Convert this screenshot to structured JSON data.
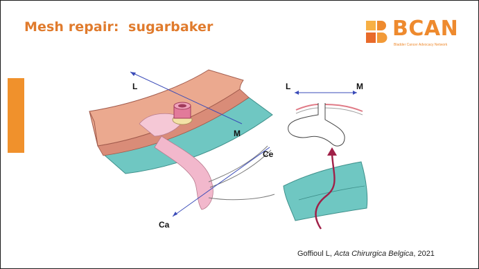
{
  "slide": {
    "title": "Mesh repair:  sugarbaker",
    "accent_color": "#f0912c",
    "title_color": "#e07b2d"
  },
  "logo": {
    "wordmark": "BCAN",
    "tagline": "Bladder Cancer Advocacy Network",
    "color": "#ee8a2e"
  },
  "illustration": {
    "left_figure_labels": {
      "lateral": "L",
      "medial": "M",
      "cephalad": "Ce",
      "caudal": "Ca"
    },
    "right_figure_labels": {
      "lateral": "L",
      "medial": "M"
    },
    "colors": {
      "abdominal_wall": "#eba98f",
      "mesh": "#6fc7c2",
      "bowel": "#f2b8cc",
      "arrow": "#a02048",
      "axis": "#3a4bb8"
    }
  },
  "citation": {
    "authors": "Goffioul L, ",
    "journal": "Acta Chirurgica Belgica",
    "year": ", 2021"
  }
}
